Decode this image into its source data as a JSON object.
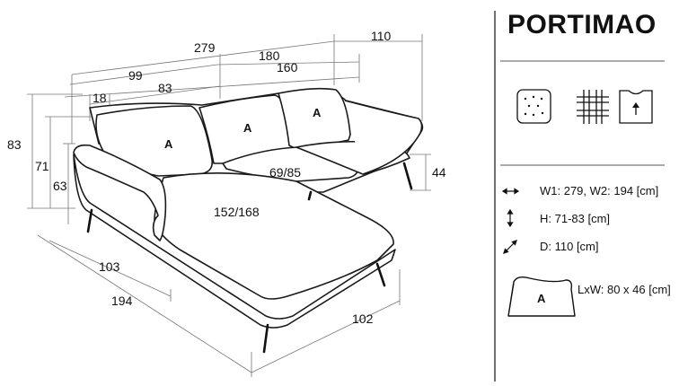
{
  "product": {
    "name": "PORTIMAO"
  },
  "dimensions": {
    "total_width": "279",
    "depth_top": "110",
    "width_180": "180",
    "width_99": "99",
    "width_160": "160",
    "width_18": "18",
    "width_83": "83",
    "height_83": "83",
    "height_71": "71",
    "height_63": "63",
    "leg_height": "44",
    "seat_depth": "69/85",
    "chaise_length": "152/168",
    "chaise_depth": "103",
    "side_length": "194",
    "chaise_width": "102"
  },
  "cushion_label": "A",
  "icons": [
    "foam-cushion-icon",
    "woven-fabric-icon",
    "sofa-bed-storage-icon"
  ],
  "specs": {
    "width": "W1: 279, W2: 194 [cm]",
    "height": "H: 71-83 [cm]",
    "depth": "D: 110 [cm]",
    "pillow": "LxW: 80 x 46 [cm]"
  }
}
